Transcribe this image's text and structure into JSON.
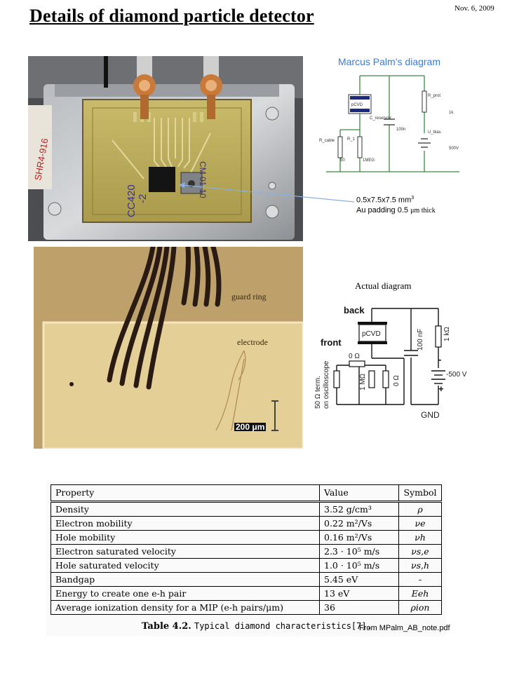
{
  "page": {
    "title": "Details of diamond particle detector",
    "date": "Nov. 6, 2009"
  },
  "photo_top": {
    "board_text_1": "CC420",
    "board_text_2": "-2",
    "board_text_3": "CM 01-10",
    "side_label": "SHR4-916"
  },
  "marcus": {
    "title": "Marcus Palm’s diagram",
    "labels": {
      "pcvd": "pCVD",
      "c_reservoir": "C_reservoir",
      "c_res_val": "100n",
      "r_prot": "R_prot",
      "r_prot_val": "1k",
      "u_bias": "U_bias",
      "u_bias_val": "500V",
      "r_cable": "R_cable",
      "r_cable_val": "50",
      "r_1": "R_1",
      "r_1_val": "1MEG"
    }
  },
  "crystal": {
    "line1_prefix": "0.5x7.5x7.5 mm",
    "line1_sup": "3",
    "line2_prefix": "Au padding 0.5 ",
    "line2_unit": "μm thick"
  },
  "micro": {
    "guard_ring": "guard ring",
    "electrode": "electrode",
    "scale": "200 μm"
  },
  "actual": {
    "title": "Actual diagram",
    "back": "back",
    "front": "front",
    "pcvd": "pCVD",
    "cap": "100 nF",
    "res_1k": "1 kΩ",
    "res_0_top": "0 Ω",
    "res_1m": "1 MΩ",
    "res_0": "0 Ω",
    "term_1": "50 Ω term.",
    "term_2": "on oscilloscope",
    "bias": "-500 V",
    "minus": "-",
    "plus": "+",
    "gnd": "GND"
  },
  "table": {
    "headers": [
      "Property",
      "Value",
      "Symbol"
    ],
    "rows": [
      {
        "property": "Density",
        "value": "3.52 g/cm³",
        "symbol": "ρ"
      },
      {
        "property": "Electron mobility",
        "value": "0.22 m²/Vs",
        "symbol": "νe"
      },
      {
        "property": "Hole mobility",
        "value": "0.16 m²/Vs",
        "symbol": "νh"
      },
      {
        "property": "Electron saturated velocity",
        "value": "2.3 · 10⁵ m/s",
        "symbol": "νs,e"
      },
      {
        "property": "Hole saturated velocity",
        "value": "1.0 · 10⁵ m/s",
        "symbol": "νs,h"
      },
      {
        "property": "Bandgap",
        "value": "5.45 eV",
        "symbol": "-"
      },
      {
        "property": "Energy to create one e-h pair",
        "value": "13 eV",
        "symbol": "Eeh"
      },
      {
        "property": "Average ionization density for a MIP (e-h pairs/μm)",
        "value": "36",
        "symbol": "ρion"
      }
    ],
    "caption_label": "Table 4.2.",
    "caption_text": "Typical diamond characteristics[7].",
    "source": "From MPalm_AB_note.pdf"
  }
}
